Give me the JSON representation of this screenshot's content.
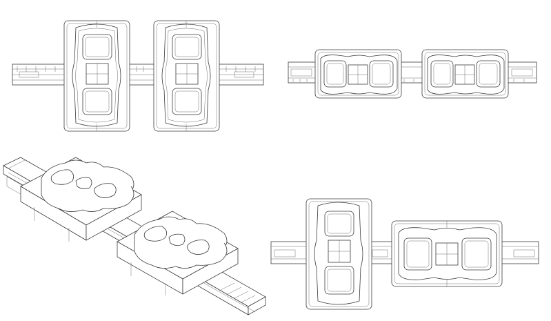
{
  "drawing": {
    "line_color": "#3a3a3a",
    "background": "#ffffff",
    "views": [
      {
        "name": "plan-view-two-modules-rotated",
        "kind": "plan",
        "modules": 2
      },
      {
        "name": "plan-view-two-modules-inline",
        "kind": "plan",
        "modules": 2
      },
      {
        "name": "isometric-view-two-modules",
        "kind": "isometric",
        "modules": 2
      },
      {
        "name": "plan-view-mixed-orientation",
        "kind": "plan",
        "modules": 2
      }
    ]
  }
}
